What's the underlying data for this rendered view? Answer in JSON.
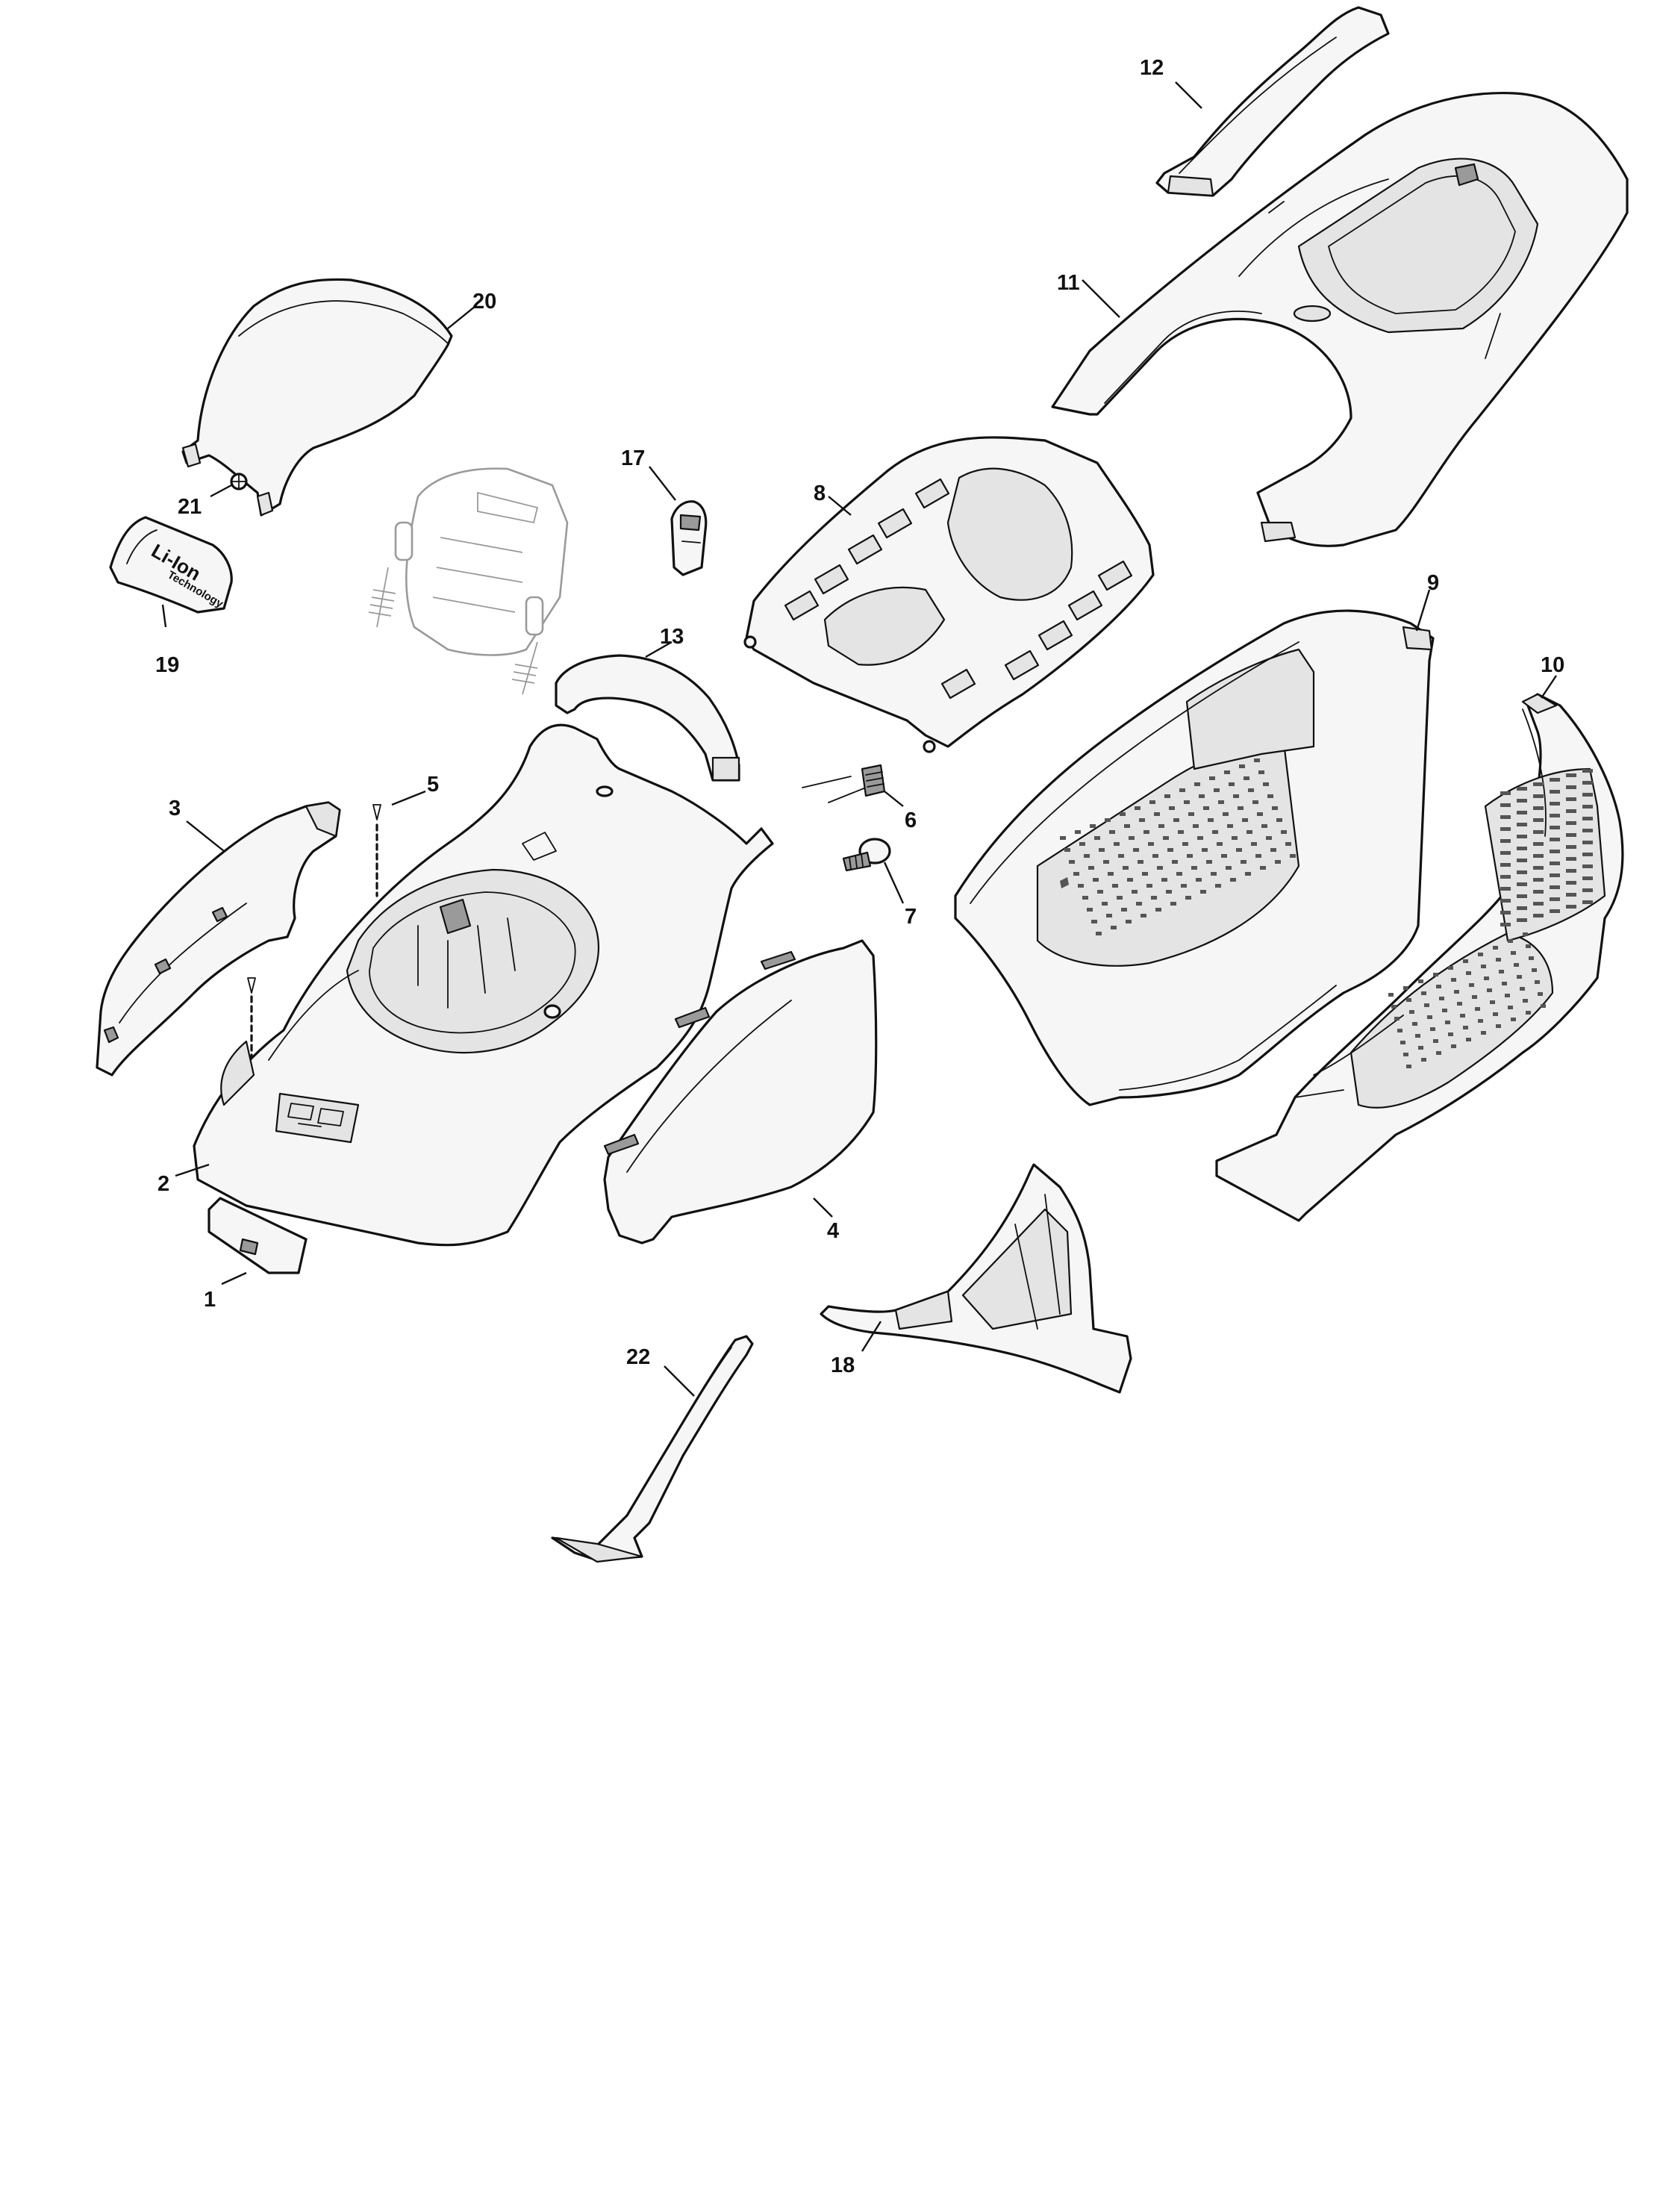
{
  "callouts": [
    {
      "id": "1",
      "label": "1"
    },
    {
      "id": "2",
      "label": "2"
    },
    {
      "id": "3",
      "label": "3"
    },
    {
      "id": "4",
      "label": "4"
    },
    {
      "id": "5",
      "label": "5"
    },
    {
      "id": "6",
      "label": "6"
    },
    {
      "id": "7",
      "label": "7"
    },
    {
      "id": "8",
      "label": "8"
    },
    {
      "id": "9",
      "label": "9"
    },
    {
      "id": "10",
      "label": "10"
    },
    {
      "id": "11",
      "label": "11"
    },
    {
      "id": "12",
      "label": "12"
    },
    {
      "id": "13",
      "label": "13"
    },
    {
      "id": "17",
      "label": "17"
    },
    {
      "id": "18",
      "label": "18"
    },
    {
      "id": "19",
      "label": "19"
    },
    {
      "id": "20",
      "label": "20"
    },
    {
      "id": "21",
      "label": "21"
    },
    {
      "id": "22",
      "label": "22"
    }
  ],
  "decal": {
    "line1": "Li-Ion",
    "line2": "Technology"
  }
}
